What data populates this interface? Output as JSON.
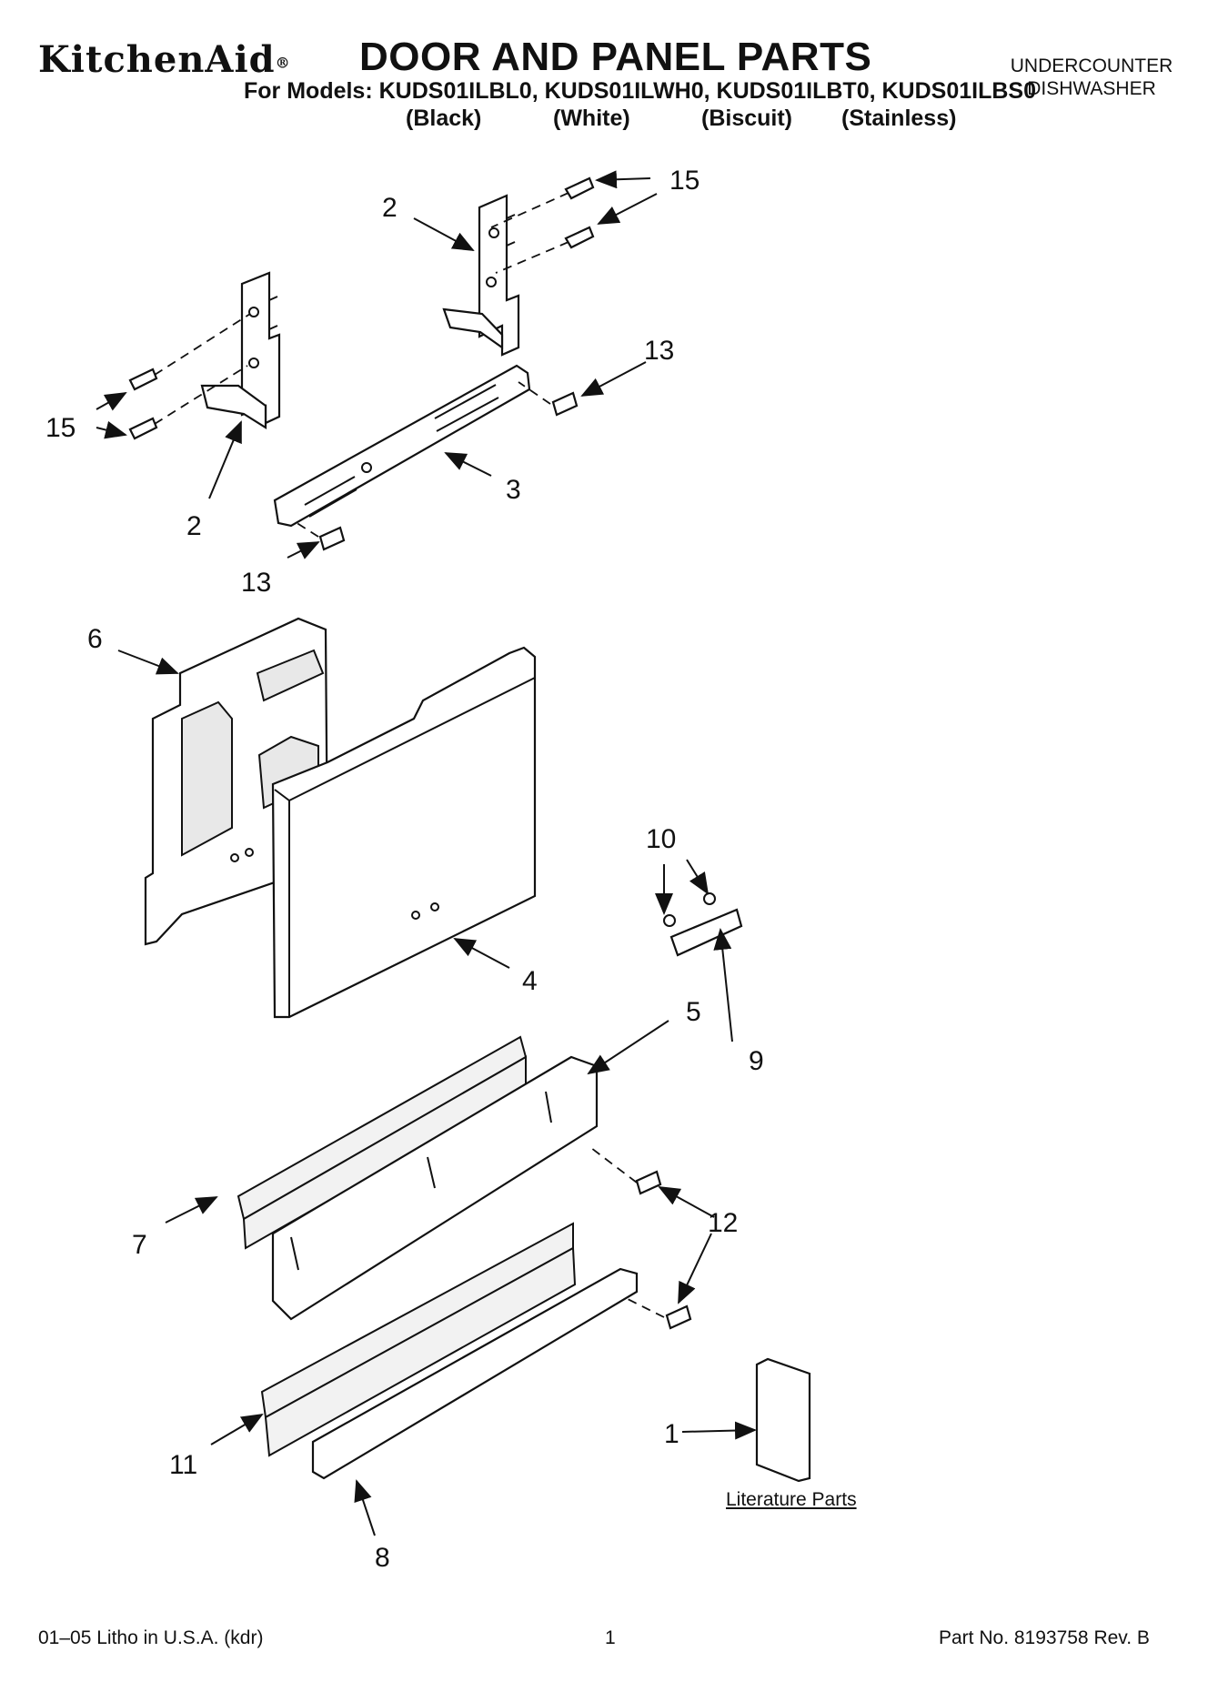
{
  "header": {
    "brand": "KitchenAid",
    "registered": "®",
    "title": "DOOR AND PANEL PARTS",
    "models_line": "For Models: KUDS01ILBL0, KUDS01ILWH0, KUDS01ILBT0, KUDS01ILBS0",
    "colors": [
      "(Black)",
      "(White)",
      "(Biscuit)",
      "(Stainless)"
    ],
    "appliance_line1": "UNDERCOUNTER",
    "appliance_line2": "DISHWASHER"
  },
  "callouts": {
    "c15a": "15",
    "c2a": "2",
    "c13a": "13",
    "c15b": "15",
    "c2b": "2",
    "c3": "3",
    "c13b": "13",
    "c6": "6",
    "c10": "10",
    "c4": "4",
    "c9": "9",
    "c5": "5",
    "c7": "7",
    "c12": "12",
    "c1": "1",
    "c11": "11",
    "c8": "8"
  },
  "literature_label": "Literature Parts",
  "footer": {
    "left": "01–05 Litho in U.S.A. (kdr)",
    "page": "1",
    "right": "Part No. 8193758 Rev. B"
  }
}
